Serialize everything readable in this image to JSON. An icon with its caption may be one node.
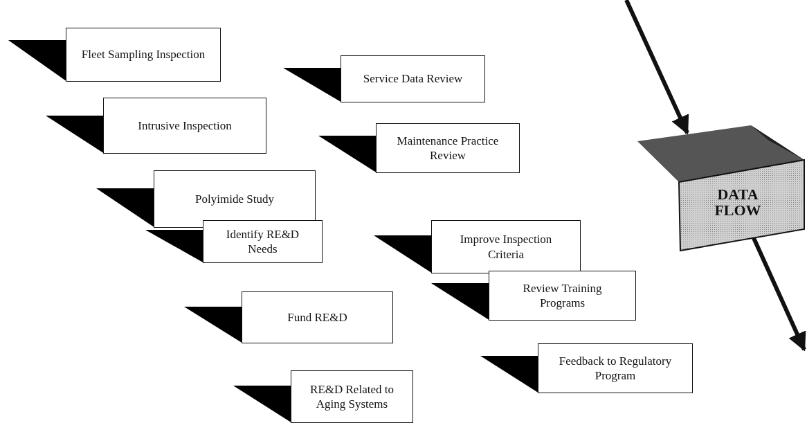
{
  "diagram": {
    "nodes": [
      {
        "text": [
          "Fleet Sampling Inspection"
        ]
      },
      {
        "text": [
          "Service Data Review"
        ]
      },
      {
        "text": [
          "Intrusive Inspection"
        ]
      },
      {
        "text": [
          "Maintenance Practice Review"
        ]
      },
      {
        "text": [
          "Polyimide Study"
        ]
      },
      {
        "text": [
          "Identify RE&D Needs"
        ]
      },
      {
        "text": [
          "Improve Inspection Criteria"
        ]
      },
      {
        "text": [
          "Review Training Programs"
        ]
      },
      {
        "text": [
          "Fund RE&D"
        ]
      },
      {
        "text": [
          "Feedback to Regulatory Program"
        ]
      },
      {
        "text": [
          "RE&D Related to Aging Systems"
        ]
      },
      {
        "text": [
          "DATA FLOW"
        ]
      }
    ],
    "edges": [
      {
        "from": null,
        "to": 11,
        "arrow": "to"
      },
      {
        "from": 11,
        "to": null,
        "arrow": "to"
      }
    ]
  }
}
